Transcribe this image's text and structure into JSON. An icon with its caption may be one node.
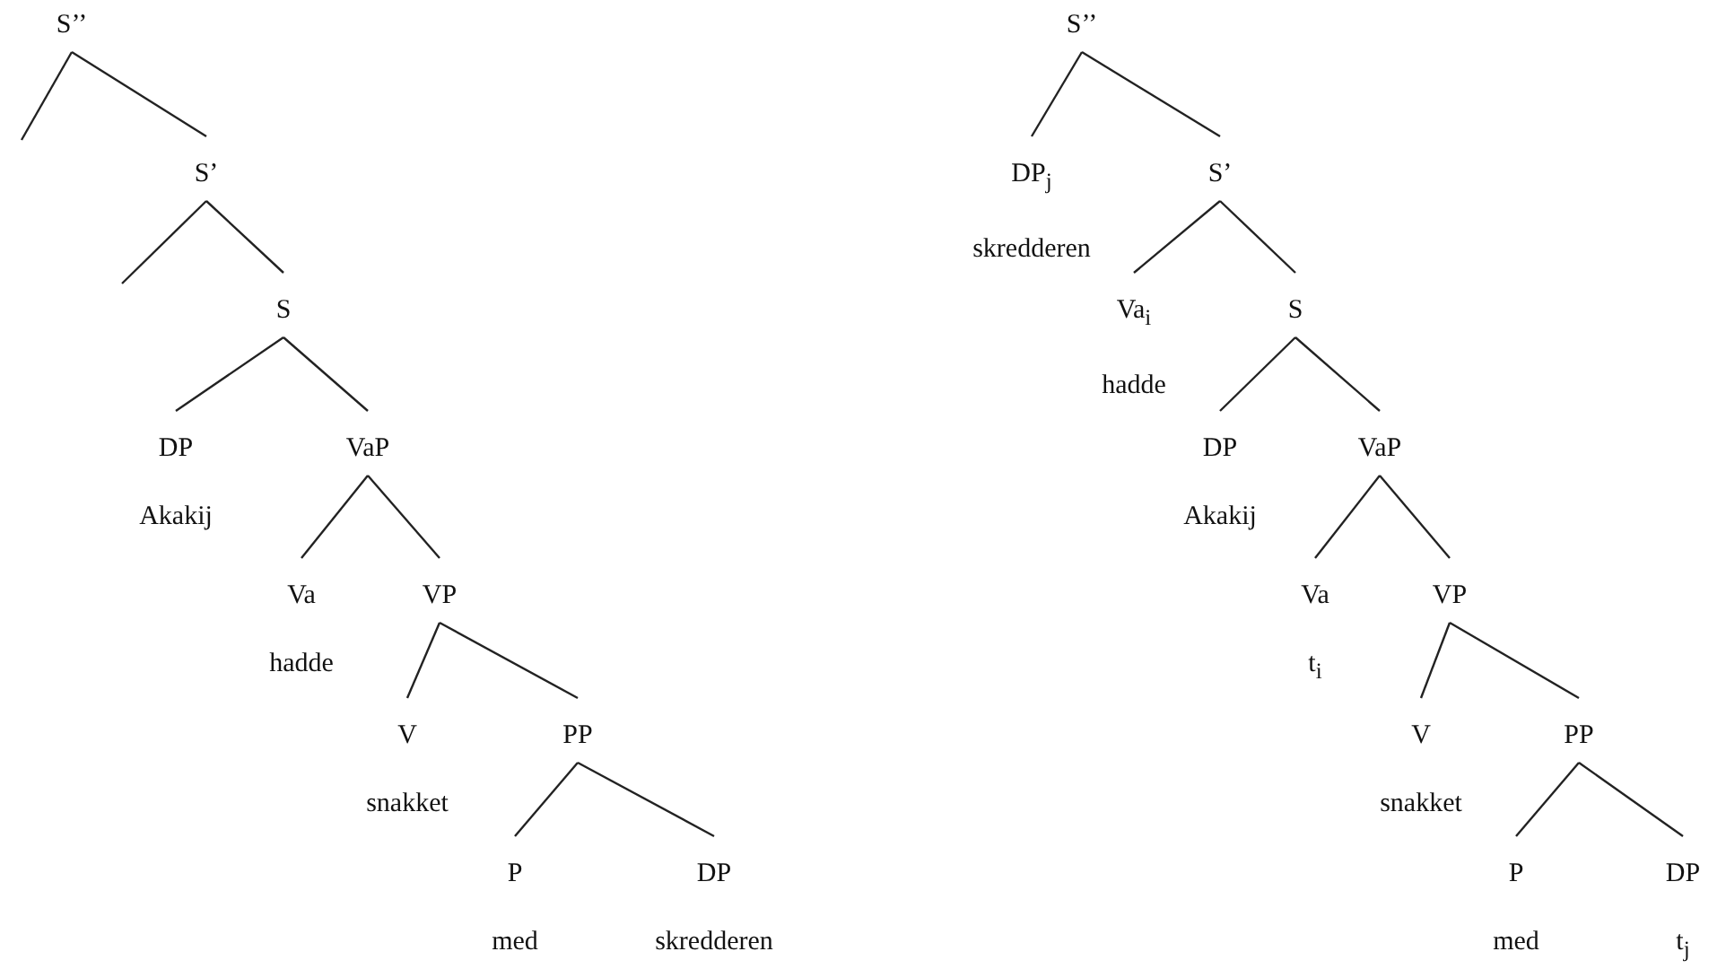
{
  "diagram": {
    "nodes": [
      {
        "text": [
          "S’’"
        ]
      },
      {
        "text": [
          "S’"
        ]
      },
      {
        "text": [
          "S"
        ]
      },
      {
        "text": [
          "DP",
          "Akakij"
        ]
      },
      {
        "text": [
          "VaP"
        ]
      },
      {
        "text": [
          "Va",
          "hadde"
        ]
      },
      {
        "text": [
          "VP"
        ]
      },
      {
        "text": [
          "V",
          "snakket"
        ]
      },
      {
        "text": [
          "PP"
        ]
      },
      {
        "text": [
          "P",
          "med"
        ]
      },
      {
        "text": [
          "DP",
          "skredderen"
        ]
      },
      {
        "text": [
          "S’’"
        ]
      },
      {
        "text": [
          "DP$_{j}$",
          "skredderen"
        ]
      },
      {
        "text": [
          "S’"
        ]
      },
      {
        "text": [
          "Va$_{i}$",
          "hadde"
        ]
      },
      {
        "text": [
          "S"
        ]
      },
      {
        "text": [
          "DP",
          "Akakij"
        ]
      },
      {
        "text": [
          "VaP"
        ]
      },
      {
        "text": [
          "Va",
          "t$_{i}$"
        ]
      },
      {
        "text": [
          "VP"
        ]
      },
      {
        "text": [
          "V",
          "snakket"
        ]
      },
      {
        "text": [
          "PP"
        ]
      },
      {
        "text": [
          "P",
          "med"
        ]
      },
      {
        "text": [
          "DP",
          "t$_{j}$"
        ]
      }
    ],
    "edges": [
      {
        "from": 0,
        "to": null,
        "arrow": "none"
      },
      {
        "from": 0,
        "to": 1,
        "arrow": "none"
      },
      {
        "from": 1,
        "to": null,
        "arrow": "none"
      },
      {
        "from": 1,
        "to": 2,
        "arrow": "none"
      },
      {
        "from": 2,
        "to": 3,
        "arrow": "none"
      },
      {
        "from": 2,
        "to": 4,
        "arrow": "none"
      },
      {
        "from": 4,
        "to": 5,
        "arrow": "none"
      },
      {
        "from": 4,
        "to": 6,
        "arrow": "none"
      },
      {
        "from": 6,
        "to": 7,
        "arrow": "none"
      },
      {
        "from": 6,
        "to": 8,
        "arrow": "none"
      },
      {
        "from": 8,
        "to": 9,
        "arrow": "none"
      },
      {
        "from": 8,
        "to": 10,
        "arrow": "none"
      },
      {
        "from": 11,
        "to": 12,
        "arrow": "none"
      },
      {
        "from": 11,
        "to": 13,
        "arrow": "none"
      },
      {
        "from": 13,
        "to": 14,
        "arrow": "none"
      },
      {
        "from": 13,
        "to": 15,
        "arrow": "none"
      },
      {
        "from": 15,
        "to": 16,
        "arrow": "none"
      },
      {
        "from": 15,
        "to": 17,
        "arrow": "none"
      },
      {
        "from": 17,
        "to": 18,
        "arrow": "none"
      },
      {
        "from": 17,
        "to": 19,
        "arrow": "none"
      },
      {
        "from": 19,
        "to": 20,
        "arrow": "none"
      },
      {
        "from": 19,
        "to": 21,
        "arrow": "none"
      },
      {
        "from": 21,
        "to": 22,
        "arrow": "none"
      },
      {
        "from": 21,
        "to": 23,
        "arrow": "none"
      }
    ]
  }
}
